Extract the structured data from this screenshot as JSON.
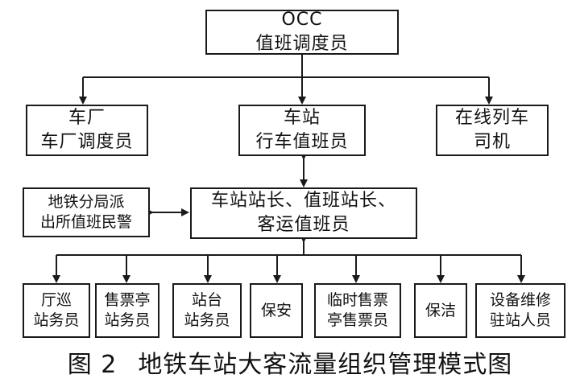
{
  "diagram": {
    "occ": {
      "line1": "OCC",
      "line2": "值班调度员"
    },
    "depot": {
      "line1": "车厂",
      "line2": "车厂调度员"
    },
    "station": {
      "line1": "车站",
      "line2": "行车值班员"
    },
    "train": {
      "line1": "在线列车",
      "line2": "司机"
    },
    "police": {
      "line1": "地铁分局派",
      "line2": "出所值班民警"
    },
    "master": {
      "line1": "车站站长、值班站长、",
      "line2": "客运值班员"
    },
    "staff": [
      {
        "line1": "厅巡",
        "line2": "站务员"
      },
      {
        "line1": "售票亭",
        "line2": "站务员"
      },
      {
        "line1": "站台",
        "line2": "站务员"
      },
      {
        "line1": "保安",
        "line2": ""
      },
      {
        "line1": "临时售票",
        "line2": "亭售票员"
      },
      {
        "line1": "保洁",
        "line2": ""
      },
      {
        "line1": "设备维修",
        "line2": "驻站人员"
      }
    ]
  },
  "caption": {
    "number": "图 2",
    "title": "地铁车站大客流量组织管理模式图"
  }
}
